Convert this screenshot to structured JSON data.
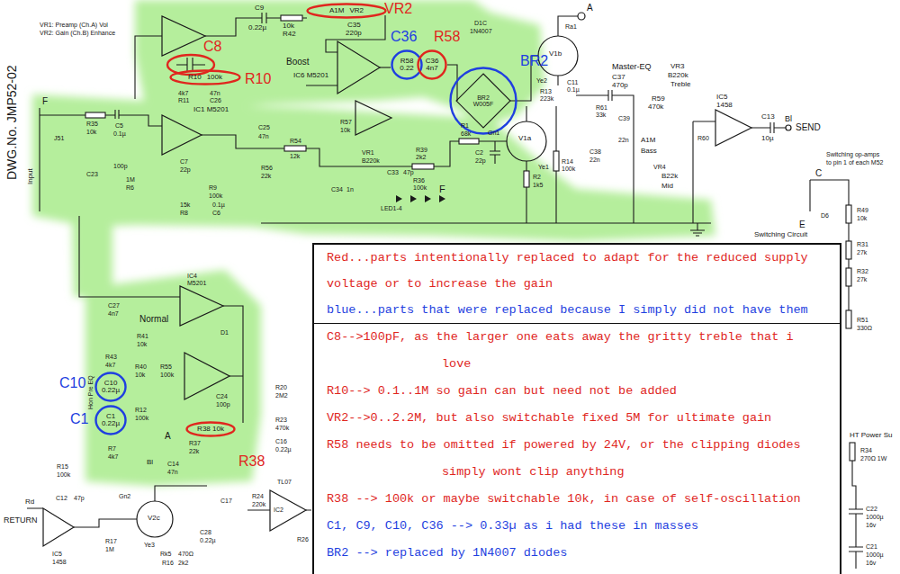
{
  "diagram": {
    "nodes": [
      {
        "text": [
          "A1M",
          "VR2"
        ]
      },
      {
        "text": [
          "R58",
          "0.22"
        ]
      },
      {
        "text": [
          "C36",
          "4n7"
        ]
      },
      {
        "text": [
          "R10",
          "100k"
        ]
      },
      {
        "text": [
          "BR2",
          "W005F"
        ]
      },
      {
        "text": [
          "Red...parts intentionally replaced to adapt for the reduced supply voltage or to increase the gain",
          "blue...parts that were replaced because I simply did not have them"
        ]
      },
      {
        "text": [
          "C8-->100pF, as the larger one eats away the gritty treble that i love",
          "R10--> 0.1..1M so gain can but need not be added",
          "VR2-->0..2.2M, but also switchable fixed 5M for ultimate gain",
          "R58 needs to be omitted if powered by 24V, or the clipping diodes simply wont clip anything",
          "R38 --> 100k or maybe switchable 10k, in case of self-oscillation",
          "C1, C9, C10, C36 --> 0.33µ as i had these in masses",
          "BR2 --> replaced by 1N4007 diodes"
        ]
      },
      {
        "text": [
          "C10",
          "0.22µ"
        ]
      },
      {
        "text": [
          "C1",
          "0.22µ"
        ]
      },
      {
        "text": [
          "R38 10k"
        ]
      }
    ],
    "labels": [
      "VR2",
      "C8",
      "R10",
      "C36",
      "R58",
      "BR2",
      "C10",
      "C1",
      "R38",
      "DWG.No. JMP52-02",
      "VR1: Preamp (Ch.A) Vol",
      "VR2: Gain (Ch.B) Enhance",
      "C9",
      "0.22µ",
      "10k",
      "R42",
      "C35",
      "220p",
      "Boost",
      "IC6 M5201",
      "D1C",
      "1N4007",
      "A",
      "Ra1",
      "V1b",
      "Ye2",
      "C11",
      "0.1µ",
      "R13",
      "223k",
      "Master-EQ",
      "C37",
      "470p",
      "VR3",
      "B220k",
      "Treble",
      "R59",
      "470k",
      "IC5",
      "1458",
      "R61",
      "33k",
      "C13",
      "10µ",
      "Bl",
      "SEND",
      "R60",
      "C39",
      "22n",
      "C38",
      "22n",
      "A1M",
      "Bass",
      "VR4",
      "B22k",
      "Mid",
      "R14",
      "100k",
      "R1",
      "68k",
      "Gn1",
      "C2",
      "22p",
      "V1a",
      "Ye1",
      "R2",
      "1k5",
      "F",
      "R39",
      "2k2",
      "R36",
      "100k",
      "VR1",
      "B220k",
      "C33",
      "47p",
      "C34",
      "1n",
      "LED1-4",
      "R57",
      "10k",
      "C25",
      "47n",
      "R54",
      "12k",
      "R56",
      "22k",
      "IC1 M5201",
      "C7",
      "22p",
      "R9",
      "100k",
      "15k",
      "R8",
      "0.1µ",
      "C6",
      "R35",
      "10k",
      "C5",
      "0.1µ",
      "100p",
      "C23",
      "1M",
      "R6",
      "J51",
      "Input",
      "F",
      "4k7",
      "R11",
      "47n",
      "C26",
      "Normal",
      "IC4",
      "M5201",
      "C27",
      "4n7",
      "R41",
      "10k",
      "R43",
      "4k7",
      "R40",
      "10k",
      "R55",
      "100k",
      "D1",
      "C24",
      "100p",
      "R12",
      "100k",
      "R7",
      "4k7",
      "Hon Pre EQ",
      "R20",
      "2M2",
      "R23",
      "470k",
      "C16",
      "0.22µ",
      "R37",
      "22k",
      "A",
      "C14",
      "47n",
      "Bl",
      "R15",
      "100k",
      "C12",
      "47p",
      "Rd",
      "RETURN",
      "IC5",
      "1458",
      "R17",
      "1M",
      "Gn2",
      "V2c",
      "Ye3",
      "C28",
      "0.22µ",
      "Rk5",
      "470Ω",
      "R16",
      "2k2",
      "C17",
      "R24",
      "220k",
      "TL07",
      "IC2",
      "R26",
      "Switching op-amps",
      "to pin 1 of each M52",
      "C",
      "R49",
      "10k",
      "D6",
      "E",
      "Switching Circuit",
      "R31",
      "27k",
      "R32",
      "27k",
      "R51",
      "330Ω",
      "HT Power Su",
      "R34",
      "270Ω 1W",
      "C22",
      "1000µ",
      "16v",
      "C21",
      "1000µ",
      "16v"
    ]
  }
}
